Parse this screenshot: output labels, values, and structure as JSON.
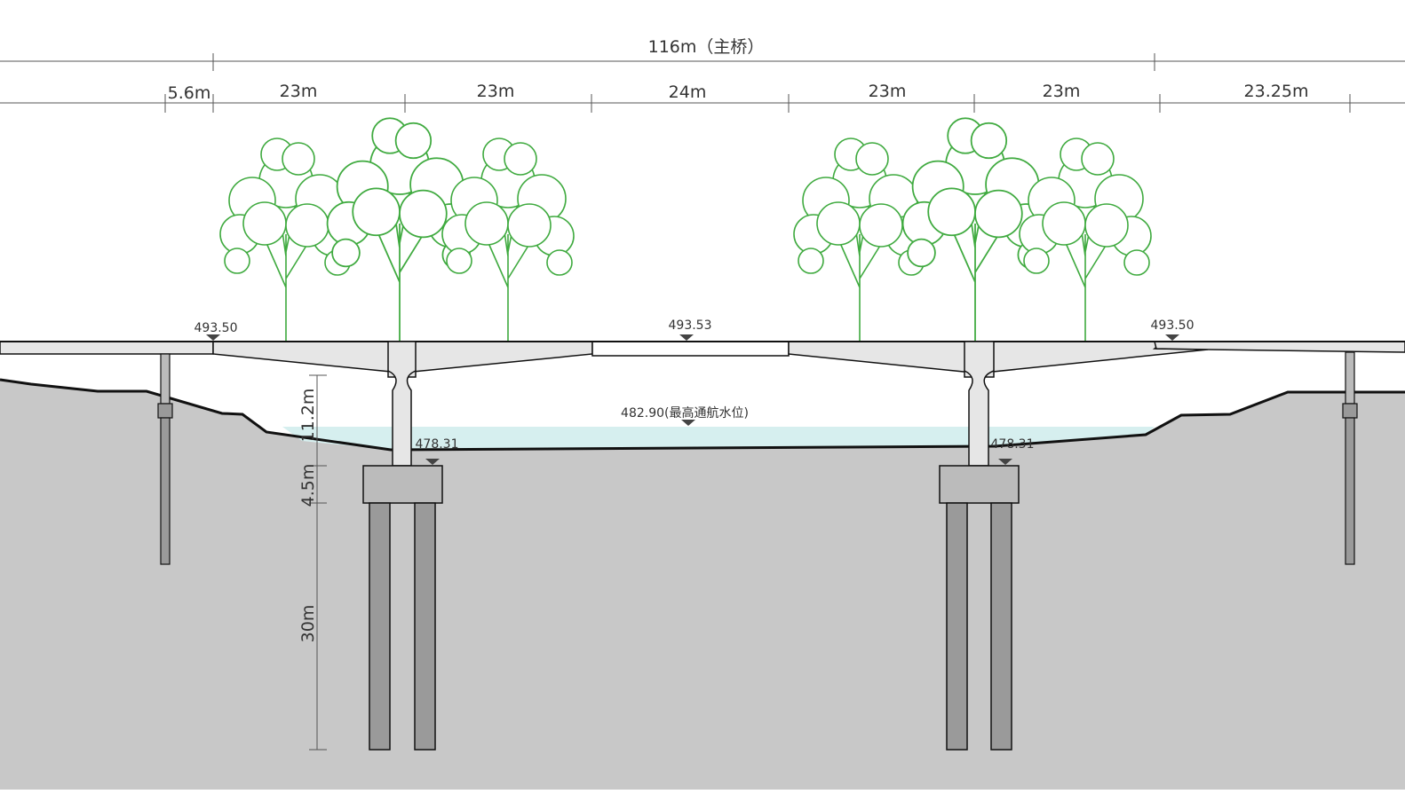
{
  "main_bridge_label": "116m（主桥）",
  "spans": [
    {
      "label": "5.6m"
    },
    {
      "label": "23m"
    },
    {
      "label": "23m"
    },
    {
      "label": "24m"
    },
    {
      "label": "23m"
    },
    {
      "label": "23m"
    },
    {
      "label": "23.25m"
    }
  ],
  "elevations": {
    "deck_left": "493.50",
    "deck_center": "493.53",
    "deck_right": "493.50",
    "navigation_water": "482.90(最高通航水位)",
    "riverbed_left": "478.31",
    "riverbed_right": "478.31"
  },
  "vertical_dims": {
    "pier_height": "11.2m",
    "cap_height": "4.5m",
    "pile_length": "30m"
  },
  "colors": {
    "ground": "#c8c8c8",
    "water": "#d6efef",
    "tree": "#3faa3f",
    "deck": "#e6e6e6",
    "pile": "#9a9a9a",
    "line": "#111111"
  }
}
